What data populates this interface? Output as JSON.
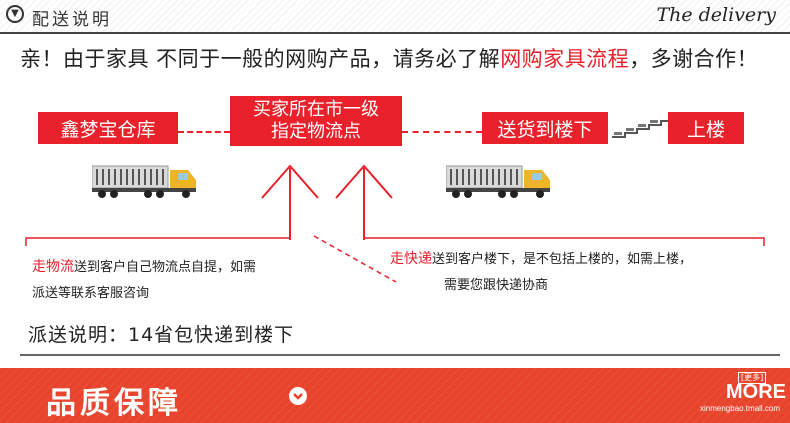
{
  "header": {
    "title": "配送说明",
    "title_en": "The delivery"
  },
  "intro": {
    "part1": "亲！由于家具 不同于一般的网购产品，请务必了解",
    "highlight": "网购家具流程",
    "part2": "，多谢合作！"
  },
  "flow": {
    "warehouse": "鑫梦宝仓库",
    "city_point_line1": "买家所在市一级",
    "city_point_line2": "指定物流点",
    "deliver_downstairs": "送货到楼下",
    "upstairs": "上楼"
  },
  "notes": {
    "logistics_label": "走物流",
    "logistics_text1": "送到客户自己物流点自提，如需",
    "logistics_text2": "派送等联系客服咨询",
    "express_label": "走快递",
    "express_text1": "送到客户楼下，是不包括上楼的，如需上楼，",
    "express_text2": "需要您跟快递协商"
  },
  "shipping": {
    "text": "派送说明：14省包快递到楼下"
  },
  "banner": {
    "title": "品质保障",
    "more_small": "[更多]",
    "more": "MORE",
    "url": "xinmengbao.tmall.com"
  },
  "colors": {
    "accent": "#e8212b",
    "banner": "#e8432b"
  }
}
